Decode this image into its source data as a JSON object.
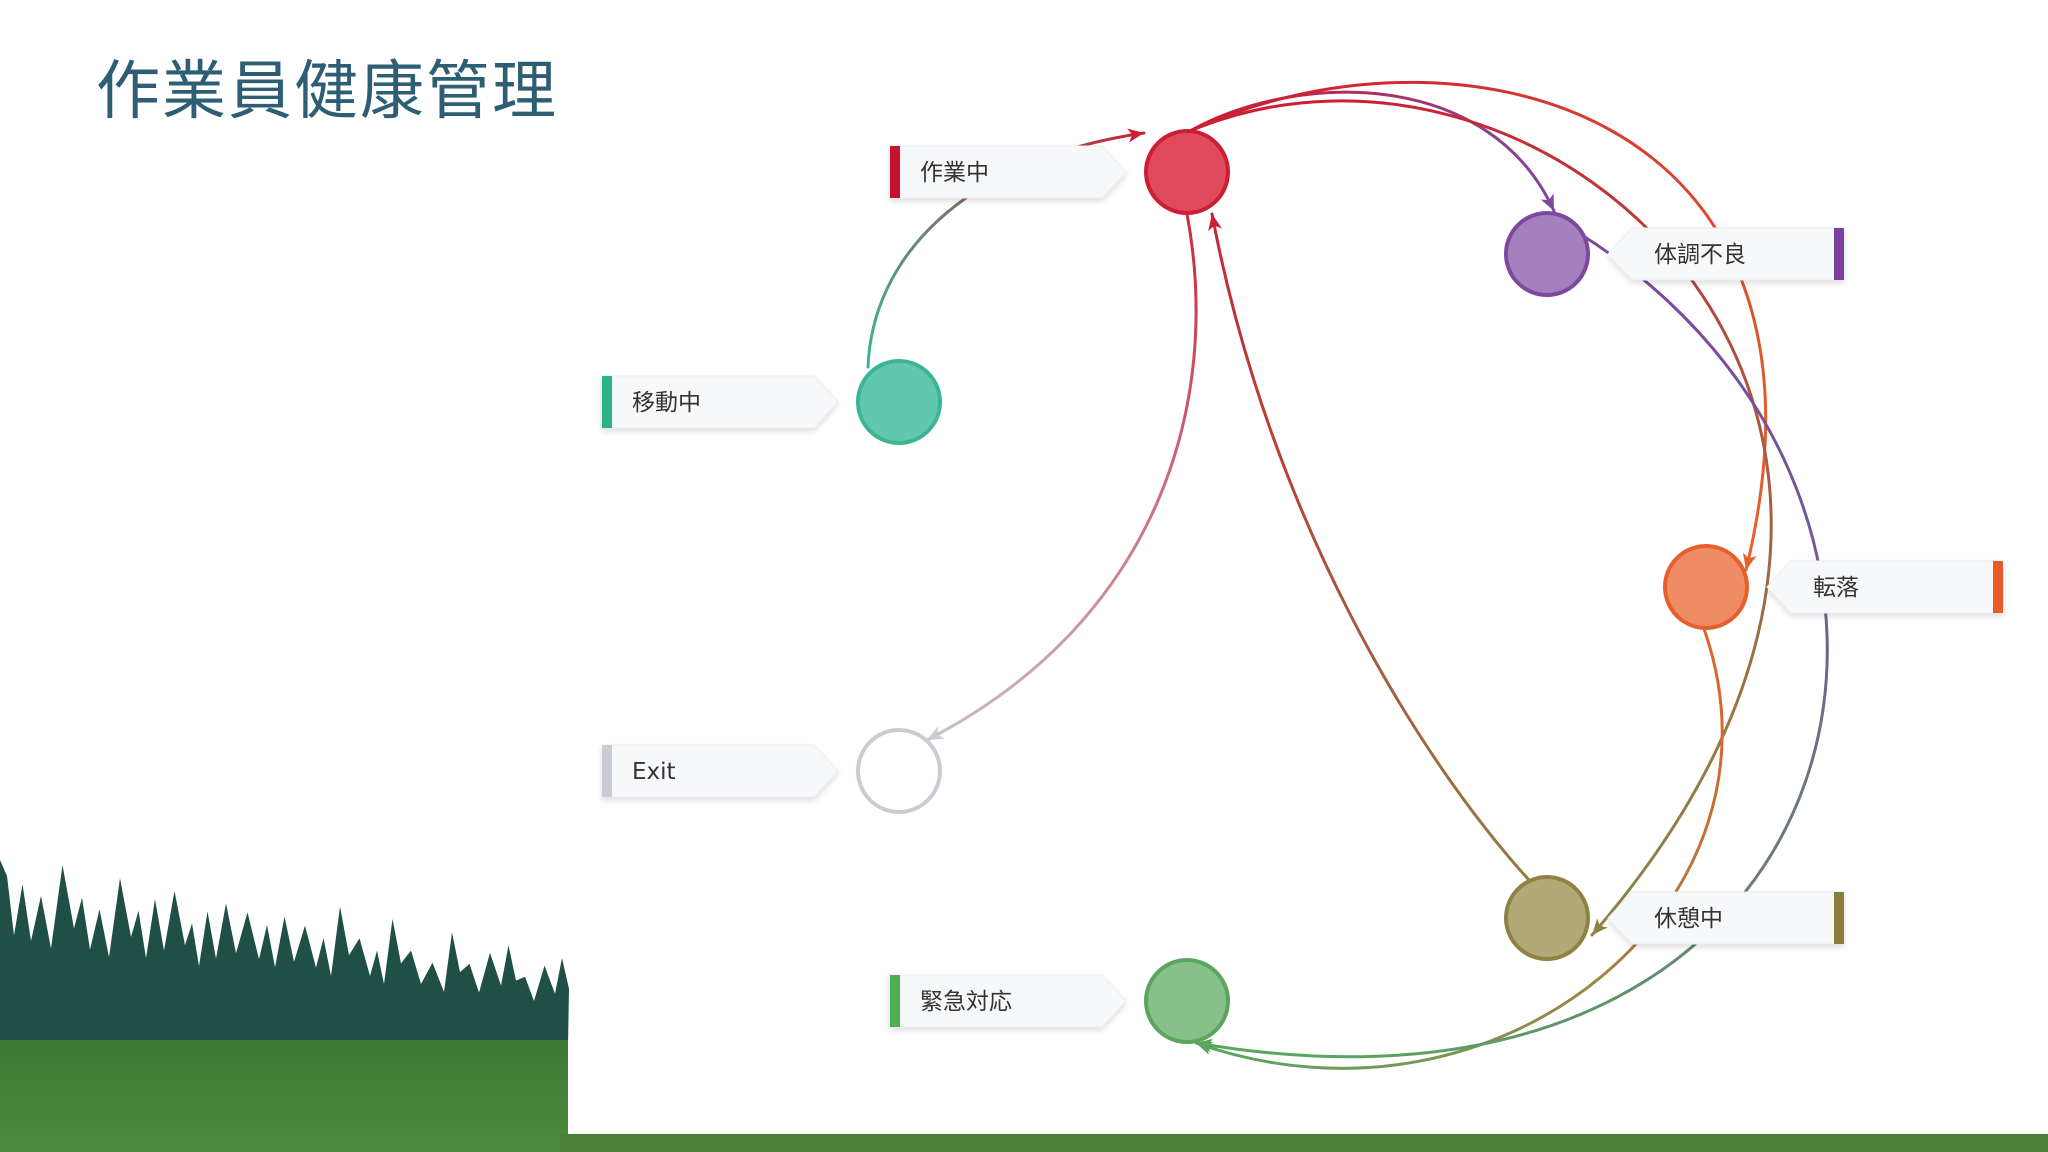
{
  "title": "作業員健康管理",
  "colors": {
    "title": "#2e5e73",
    "ground": "#4a7f3a",
    "forest": "#1f4f45"
  },
  "states": [
    {
      "id": "working",
      "label": "作業中",
      "color": "#e04a5c",
      "stroke": "#cc1f35",
      "accent": "#c8102e",
      "tag": "left"
    },
    {
      "id": "moving",
      "label": "移動中",
      "color": "#62c8ad",
      "stroke": "#3bb594",
      "accent": "#2bb38a",
      "tag": "left"
    },
    {
      "id": "exit",
      "label": "Exit",
      "color": "#ffffff",
      "stroke": "#c9ccd3",
      "accent": "#c9ccd3",
      "tag": "left"
    },
    {
      "id": "emergency",
      "label": "緊急対応",
      "color": "#87c089",
      "stroke": "#5aa65e",
      "accent": "#4caf50",
      "tag": "left"
    },
    {
      "id": "unwell",
      "label": "体調不良",
      "color": "#a57fbe",
      "stroke": "#7b4a9e",
      "accent": "#7b3fa0",
      "tag": "right"
    },
    {
      "id": "fall",
      "label": "転落",
      "color": "#f08c65",
      "stroke": "#e5602c",
      "accent": "#e85a2a",
      "tag": "right"
    },
    {
      "id": "resting",
      "label": "休憩中",
      "color": "#b1a978",
      "stroke": "#8f8244",
      "accent": "#8a7d3b",
      "tag": "right"
    }
  ],
  "transitions": [
    {
      "from": "moving",
      "to": "working"
    },
    {
      "from": "working",
      "to": "exit"
    },
    {
      "from": "working",
      "to": "unwell"
    },
    {
      "from": "working",
      "to": "fall"
    },
    {
      "from": "working",
      "to": "resting"
    },
    {
      "from": "resting",
      "to": "working"
    },
    {
      "from": "fall",
      "to": "emergency"
    },
    {
      "from": "unwell",
      "to": "emergency"
    }
  ]
}
